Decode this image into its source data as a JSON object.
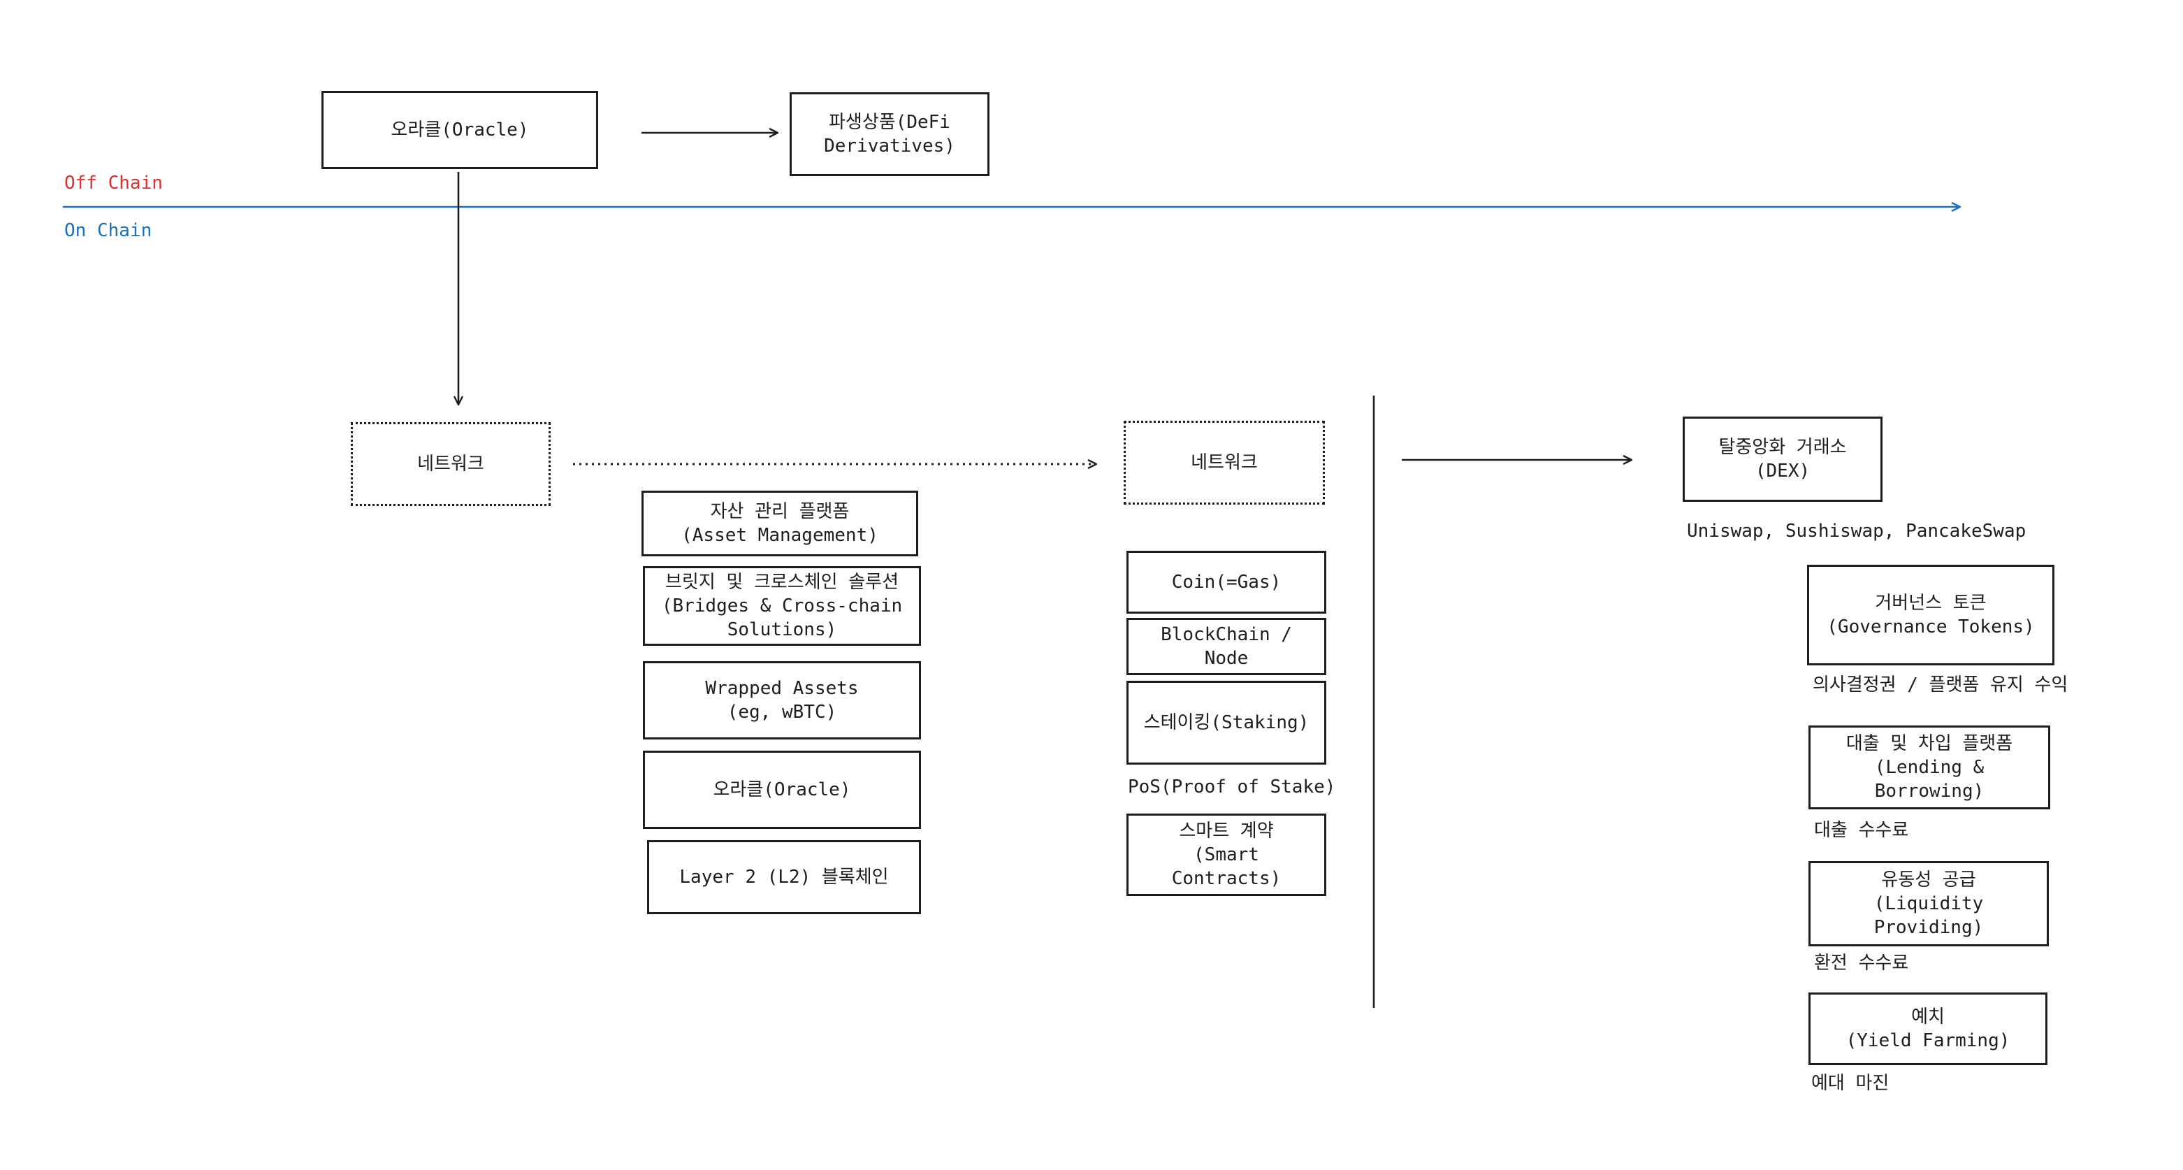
{
  "axis": {
    "off_chain": "Off Chain",
    "on_chain": "On Chain",
    "off_chain_color": "#e03131",
    "on_chain_color": "#1971c2"
  },
  "offchain": {
    "oracle": "오라클(Oracle)",
    "derivatives": "파생상품(DeFi\nDerivatives)"
  },
  "infra": {
    "network": "네트워크",
    "items": [
      "자산 관리 플랫폼\n(Asset Management)",
      "브릿지 및 크로스체인 솔루션\n(Bridges & Cross-chain\nSolutions)",
      "Wrapped Assets\n(eg, wBTC)",
      "오라클(Oracle)",
      "Layer 2 (L2) 블록체인"
    ]
  },
  "chain": {
    "network": "네트워크",
    "coin": "Coin(=Gas)",
    "blockchain": "BlockChain / Node",
    "staking": "스테이킹(Staking)",
    "pos_note": "PoS(Proof of Stake)",
    "smart_contracts": "스마트 계약\n(Smart Contracts)"
  },
  "apps": {
    "dex": "탈중앙화 거래소\n(DEX)",
    "dex_note": "Uniswap, Sushiswap, PancakeSwap",
    "governance": "거버넌스 토큰\n(Governance Tokens)",
    "governance_note": "의사결정권 / 플랫폼 유지 수익",
    "lending": "대출 및 차입 플랫폼\n(Lending & Borrowing)",
    "lending_note": "대출 수수료",
    "liquidity": "유동성 공급\n(Liquidity Providing)",
    "liquidity_note": "환전 수수료",
    "yield": "예치\n(Yield Farming)",
    "yield_note": "예대 마진"
  }
}
